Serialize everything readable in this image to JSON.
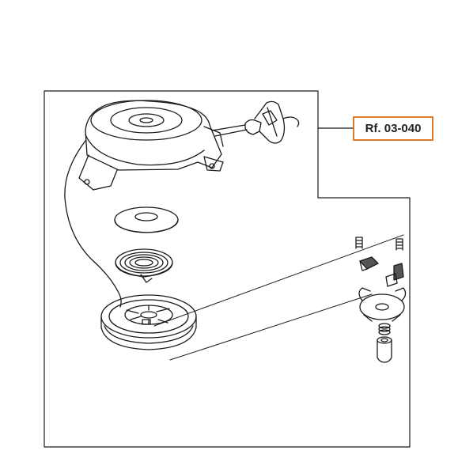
{
  "reference": {
    "label": "Rf. 03-040"
  },
  "colors": {
    "line": "#1a1a1a",
    "accent": "#e07b2a",
    "background": "#ffffff"
  },
  "parts": [
    {
      "name": "recoil-housing"
    },
    {
      "name": "starter-handle"
    },
    {
      "name": "starter-rope"
    },
    {
      "name": "washer"
    },
    {
      "name": "recoil-spring"
    },
    {
      "name": "pulley"
    },
    {
      "name": "ratchet-springs"
    },
    {
      "name": "ratchets"
    },
    {
      "name": "friction-plate"
    },
    {
      "name": "small-spring"
    },
    {
      "name": "collar"
    }
  ]
}
